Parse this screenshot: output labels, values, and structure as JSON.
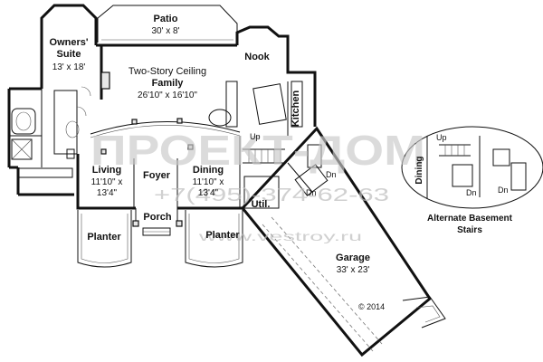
{
  "rooms": {
    "patio": {
      "name": "Patio",
      "dims": "30' x 8'"
    },
    "owners_suite": {
      "name_line1": "Owners'",
      "name_line2": "Suite",
      "dims": "13' x 18'"
    },
    "nook": {
      "name": "Nook"
    },
    "family": {
      "note": "Two-Story Ceiling",
      "name": "Family",
      "dims": "26'10\" x 16'10\""
    },
    "kitchen": {
      "name": "Kitchen"
    },
    "living": {
      "name": "Living",
      "dims_line1": "11'10\" x",
      "dims_line2": "13'4\""
    },
    "foyer": {
      "name": "Foyer"
    },
    "dining": {
      "name": "Dining",
      "dims_line1": "11'10\" x",
      "dims_line2": "13'4\""
    },
    "porch": {
      "name": "Porch"
    },
    "util": {
      "name": "Util."
    },
    "planter_left": {
      "name": "Planter"
    },
    "planter_right": {
      "name": "Planter"
    },
    "garage": {
      "name": "Garage",
      "dims": "33' x 23'"
    }
  },
  "stairs": {
    "up": "Up",
    "dn": "Dn",
    "dn2": "Dn"
  },
  "copyright": "© 2014",
  "alternate": {
    "title_line1": "Alternate Basement",
    "title_line2": "Stairs",
    "dining": "Dining",
    "up": "Up",
    "dn": "Dn",
    "dn2": "Dn"
  },
  "watermark": {
    "main": "ПРОЕКТ-ДОМ",
    "phone": "+7(495)-374-62-63",
    "site": "www.vestroy.ru"
  }
}
